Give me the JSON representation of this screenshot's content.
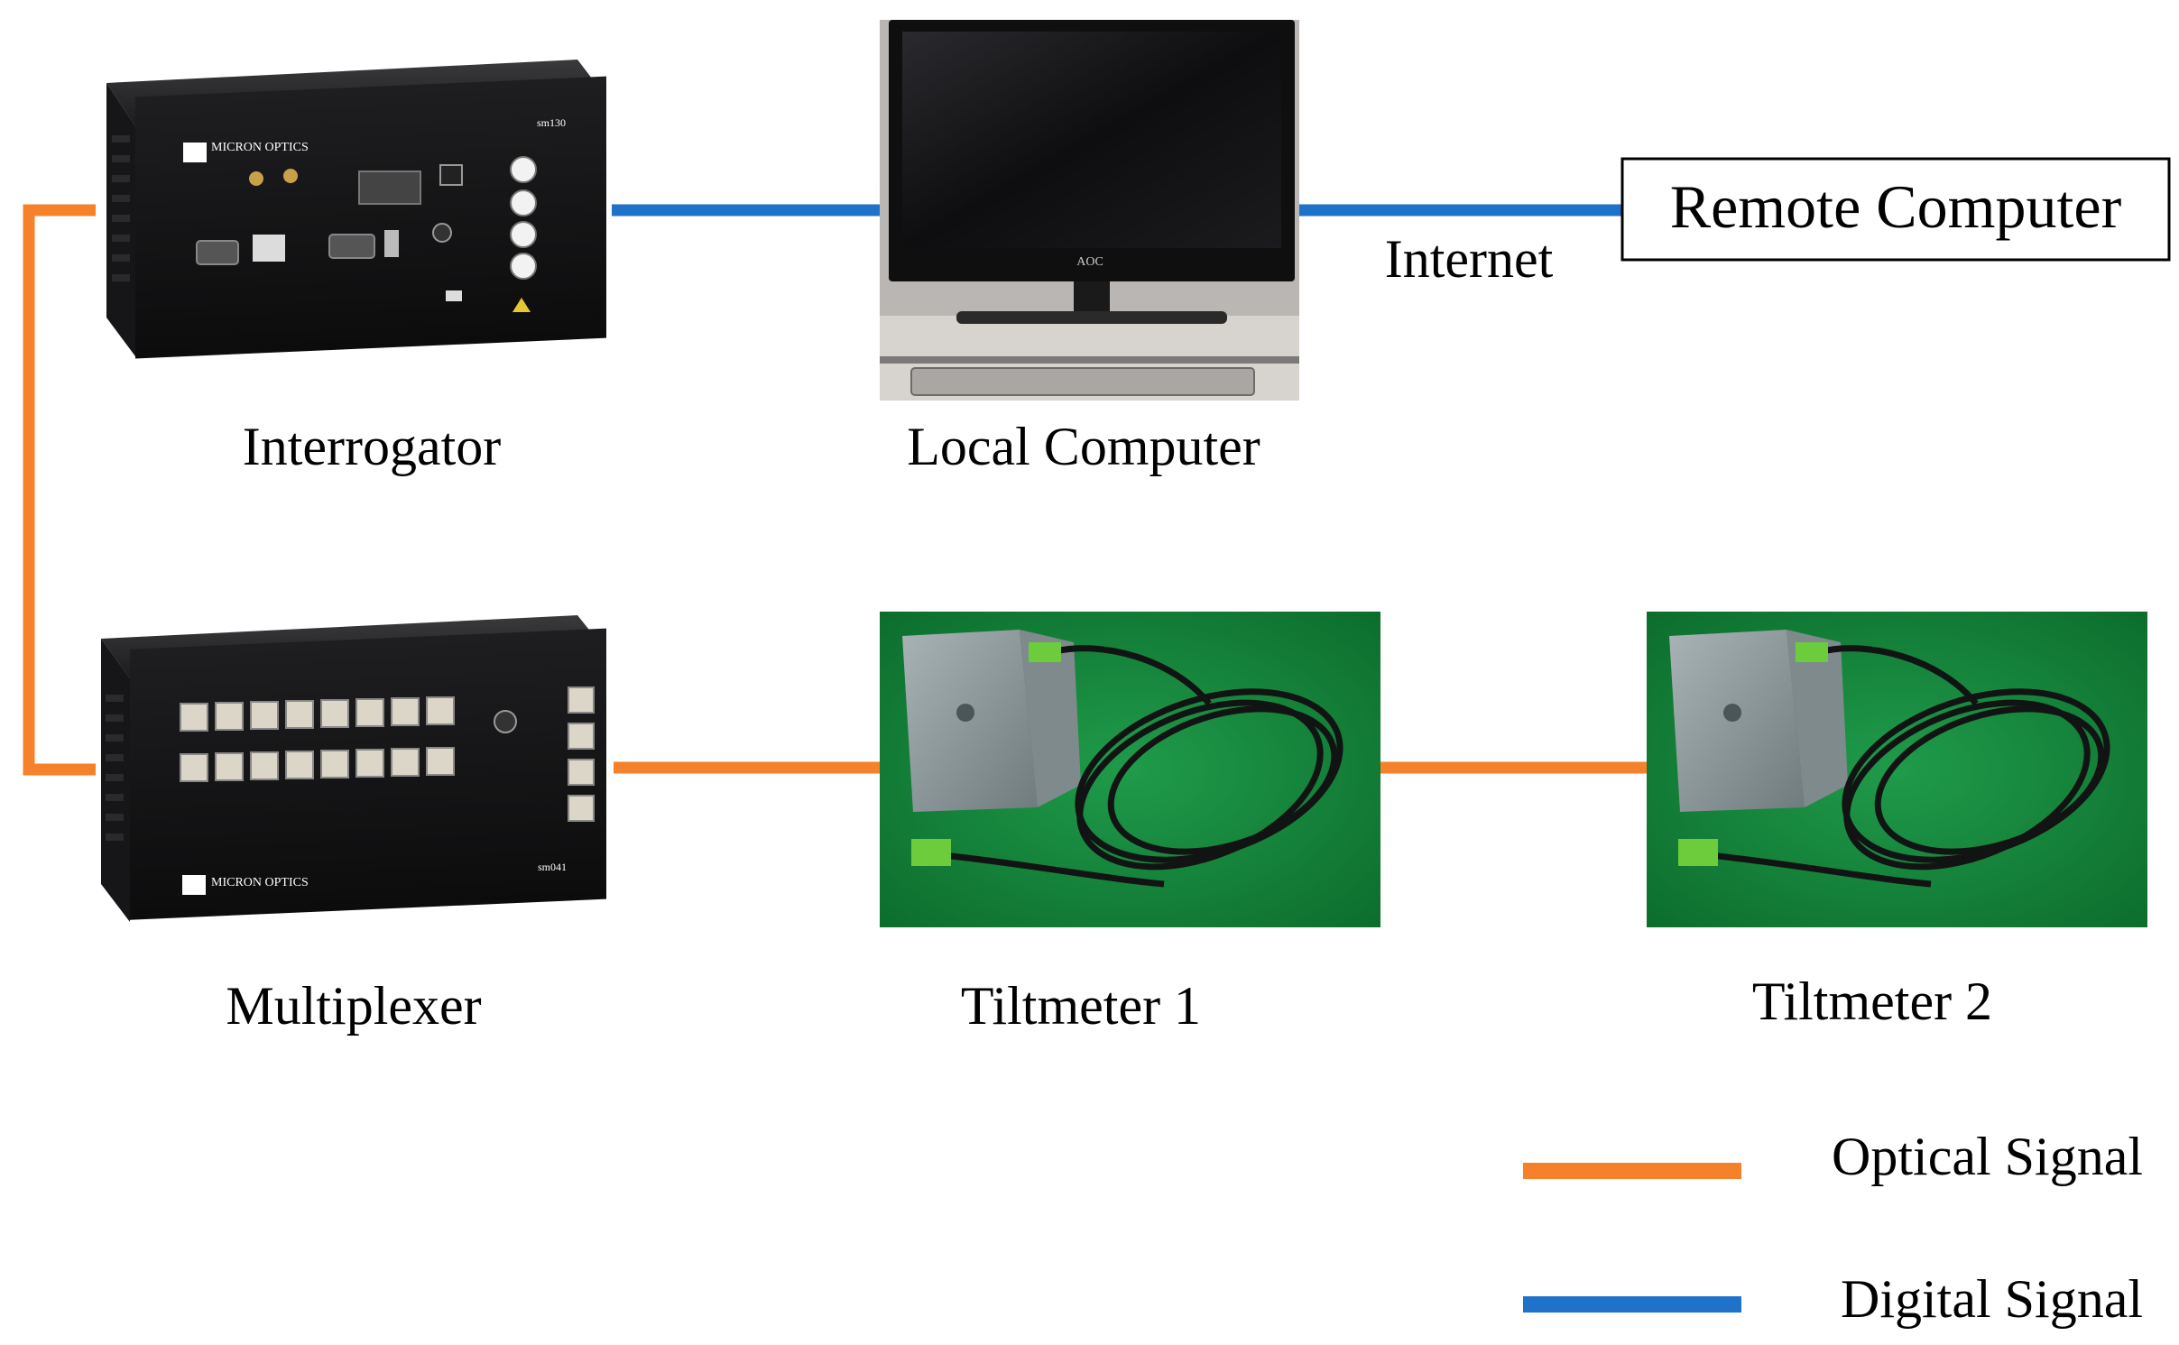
{
  "diagram": {
    "nodes": {
      "interrogator": {
        "label": "Interrogator"
      },
      "local_computer": {
        "label": "Local Computer"
      },
      "remote_computer": {
        "label": "Remote Computer"
      },
      "multiplexer": {
        "label": "Multiplexer"
      },
      "tiltmeter_1": {
        "label": "Tiltmeter 1"
      },
      "tiltmeter_2": {
        "label": "Tiltmeter 2"
      }
    },
    "edges": [
      {
        "from": "interrogator",
        "to": "multiplexer",
        "signal": "optical"
      },
      {
        "from": "interrogator",
        "to": "local_computer",
        "signal": "digital"
      },
      {
        "from": "local_computer",
        "to": "remote_computer",
        "signal": "digital",
        "label": "Internet"
      },
      {
        "from": "multiplexer",
        "to": "tiltmeter_1",
        "signal": "optical"
      },
      {
        "from": "tiltmeter_1",
        "to": "tiltmeter_2",
        "signal": "optical"
      }
    ],
    "connection_labels": {
      "internet": "Internet"
    },
    "legend": {
      "optical": {
        "label": "Optical Signal",
        "color": "#f5822a"
      },
      "digital": {
        "label": "Digital Signal",
        "color": "#1f72c9"
      }
    },
    "device_markings": {
      "interrogator_brand": "MICRON OPTICS",
      "interrogator_model": "sm130",
      "monitor_brand": "AOC",
      "multiplexer_brand": "MICRON OPTICS",
      "multiplexer_model": "sm041"
    }
  }
}
